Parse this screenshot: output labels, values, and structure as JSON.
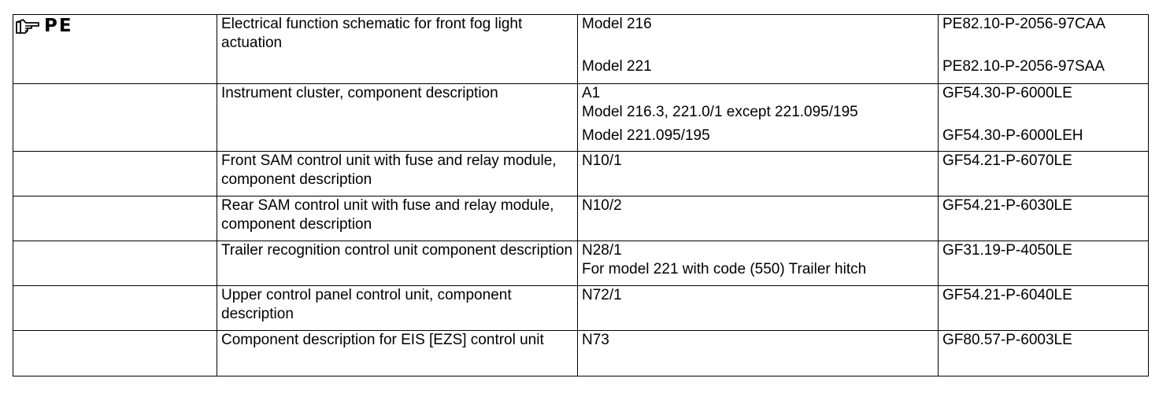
{
  "pe_label": "PE",
  "rows": [
    {
      "desc": "Electrical function schematic for front fog light actuation",
      "refs": [
        "Model 216",
        "Model 221"
      ],
      "docs": [
        "PE82.10-P-2056-97CAA",
        "PE82.10-P-2056-97SAA"
      ]
    },
    {
      "desc": "Instrument cluster, component description",
      "refs": [
        "A1",
        "Model 216.3, 221.0/1 except 221.095/195",
        "Model 221.095/195"
      ],
      "docs": [
        "GF54.30-P-6000LE",
        "GF54.30-P-6000LEH"
      ]
    },
    {
      "desc": "Front SAM control unit with fuse and relay module, component description",
      "refs": [
        "N10/1"
      ],
      "docs": [
        "GF54.21-P-6070LE"
      ]
    },
    {
      "desc": "Rear SAM control unit with fuse and relay module, component description",
      "refs": [
        "N10/2"
      ],
      "docs": [
        "GF54.21-P-6030LE"
      ]
    },
    {
      "desc": "Trailer recognition control unit component description",
      "refs": [
        "N28/1",
        "For model 221 with code (550) Trailer hitch"
      ],
      "docs": [
        "GF31.19-P-4050LE"
      ]
    },
    {
      "desc": "Upper control panel control unit, component description",
      "refs": [
        "N72/1"
      ],
      "docs": [
        "GF54.21-P-6040LE"
      ]
    },
    {
      "desc": "Component description for EIS [EZS] control unit",
      "refs": [
        "N73"
      ],
      "docs": [
        "GF80.57-P-6003LE"
      ]
    }
  ]
}
